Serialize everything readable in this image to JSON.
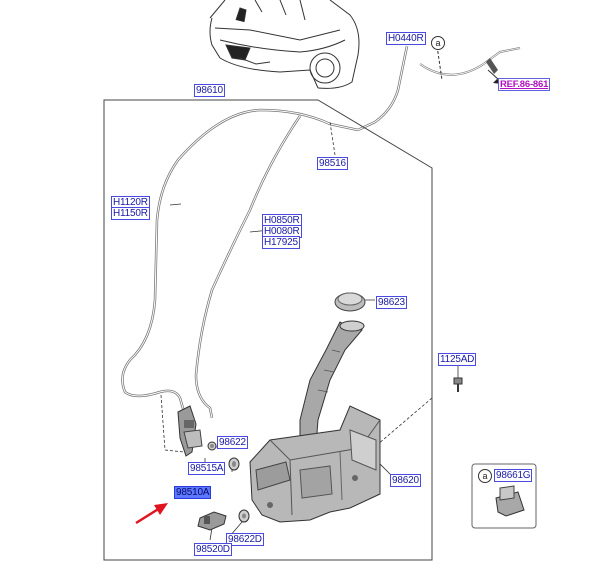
{
  "labels": {
    "h0440r": "H0440R",
    "ref": "REF.86-861",
    "p98610": "98610",
    "p98516": "98516",
    "h1120r": "H1120R",
    "h1150r": "H1150R",
    "h0850r": "H0850R",
    "h0080r": "H0080R",
    "h17925": "H17925",
    "p98623": "98623",
    "p1125ad": "1125AD",
    "p98622a": "98622",
    "p98515a": "98515A",
    "p98620": "98620",
    "p98510a": "98510A",
    "p98622d": "98622D",
    "p98520d": "98520D",
    "p98661g": "98661G"
  },
  "callout": {
    "letter": "a"
  },
  "colors": {
    "label_text": "#1a1aa6",
    "label_border": "#4a4ae0",
    "highlight": "#5b78ff",
    "ref_text": "#b010c0",
    "pointer_arrow": "#e0141e"
  }
}
